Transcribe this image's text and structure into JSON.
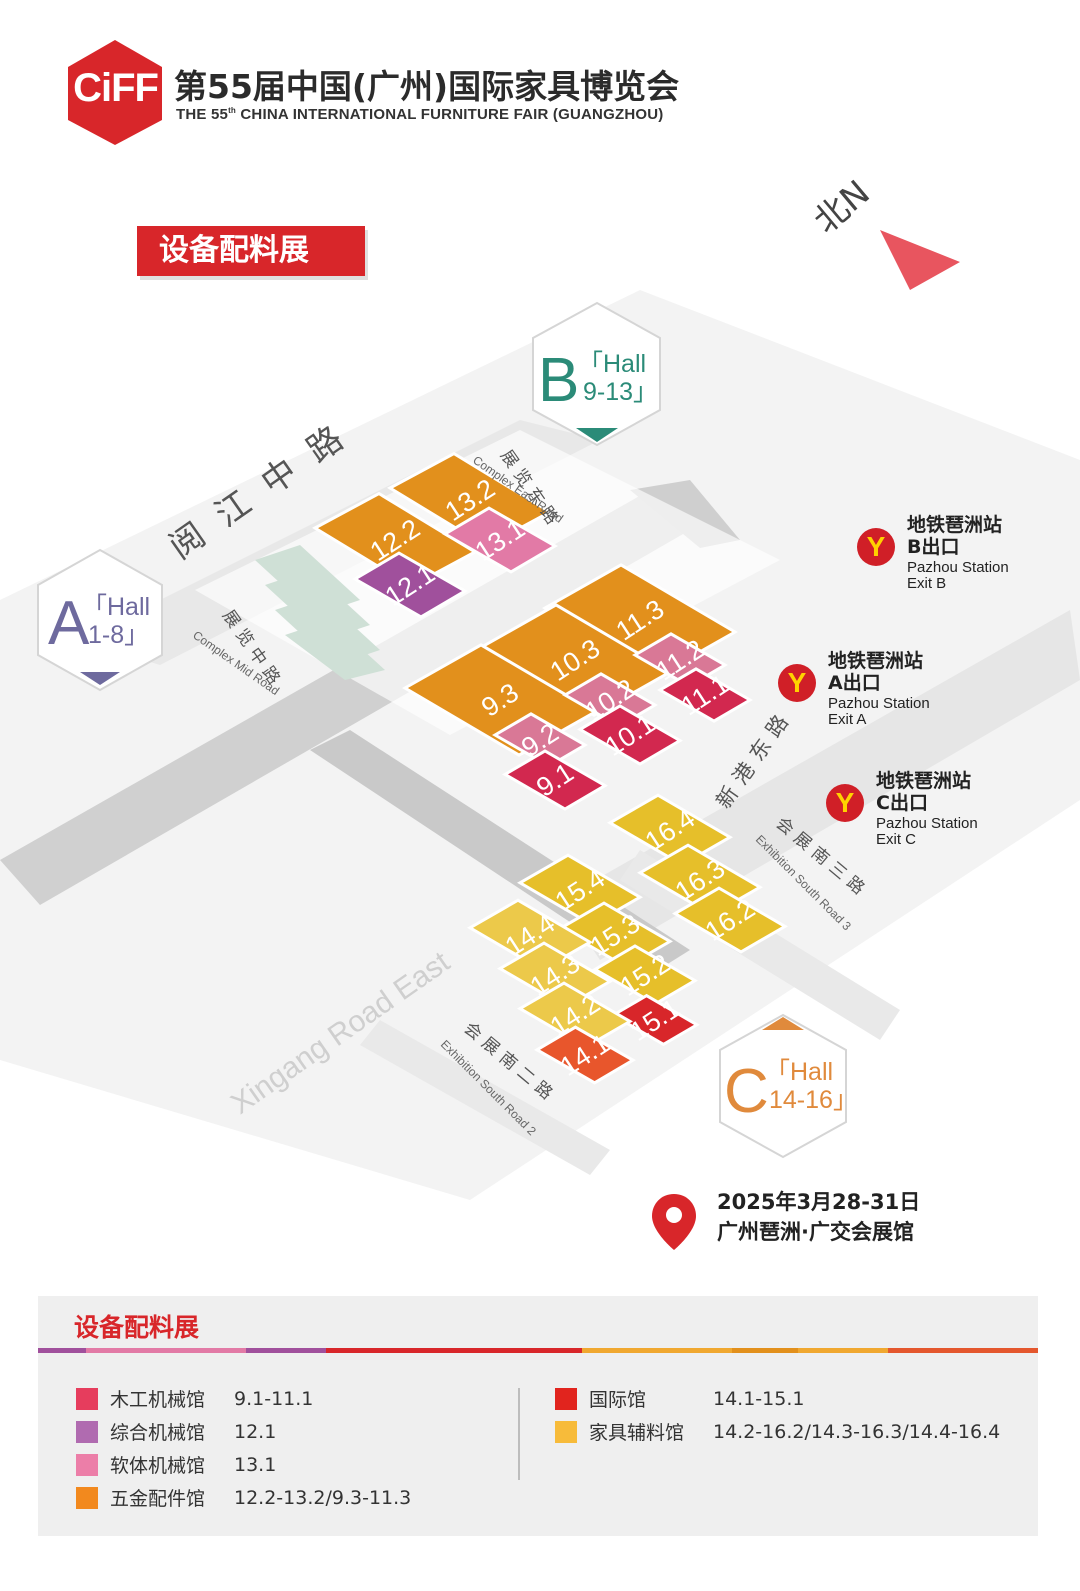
{
  "header": {
    "logo_text": "CiFF",
    "title_cn": "第55届中国(广州)国际家具博览会",
    "title_en_prefix": "THE 55",
    "title_en_sup": "th",
    "title_en_suffix": " CHINA INTERNATIONAL FURNITURE FAIR (GUANGZHOU)"
  },
  "banner": {
    "label": "设备配料展"
  },
  "compass": {
    "label": "北N"
  },
  "entrances": {
    "a": {
      "letter": "A",
      "hall": "「Hall",
      "range": "1-8」"
    },
    "b": {
      "letter": "B",
      "hall": "「Hall",
      "range": "9-13」"
    },
    "c": {
      "letter": "C",
      "hall": "「Hall",
      "range": "14-16」"
    }
  },
  "roads": {
    "yuejiang_cn": "阅江中路",
    "complex_east_cn": "展览东路",
    "complex_east_en": "Complex East Road",
    "complex_mid_cn": "展览中路",
    "complex_mid_en": "Complex Mid Road",
    "xingang_cn": "新港东路",
    "xingang_en": "Xingang Road East",
    "south3_cn": "会展南三路",
    "south3_en": "Exhibition South Road 3",
    "south2_cn": "会展南二路",
    "south2_en": "Exhibition South Road 2"
  },
  "halls": [
    {
      "label": "12.2",
      "color": "#e2901c"
    },
    {
      "label": "13.2",
      "color": "#e2901c"
    },
    {
      "label": "12.1",
      "color": "#a0509c"
    },
    {
      "label": "13.1",
      "color": "#e27aa6"
    },
    {
      "label": "11.3",
      "color": "#e2901c"
    },
    {
      "label": "10.3",
      "color": "#e2901c"
    },
    {
      "label": "9.3",
      "color": "#e2901c"
    },
    {
      "label": "11.2",
      "color": "#d97896"
    },
    {
      "label": "10.2",
      "color": "#d97896"
    },
    {
      "label": "9.2",
      "color": "#d97896"
    },
    {
      "label": "11.1",
      "color": "#d2284f"
    },
    {
      "label": "10.1",
      "color": "#d2284f"
    },
    {
      "label": "9.1",
      "color": "#d2284f"
    },
    {
      "label": "16.4",
      "color": "#e6bf2a"
    },
    {
      "label": "16.3",
      "color": "#e6bf2a"
    },
    {
      "label": "16.2",
      "color": "#e6bf2a"
    },
    {
      "label": "15.4",
      "color": "#e6bf2a"
    },
    {
      "label": "15.3",
      "color": "#e6bf2a"
    },
    {
      "label": "15.2",
      "color": "#e6bf2a"
    },
    {
      "label": "15.1",
      "color": "#d8262a"
    },
    {
      "label": "14.4",
      "color": "#ecc94a"
    },
    {
      "label": "14.3",
      "color": "#ecc94a"
    },
    {
      "label": "14.2",
      "color": "#ecc94a"
    },
    {
      "label": "14.1",
      "color": "#e8562c"
    }
  ],
  "stations": {
    "b": {
      "cn1": "地铁琶洲站",
      "cn2": "B出口",
      "en1": "Pazhou Station",
      "en2": "Exit B"
    },
    "a": {
      "cn1": "地铁琶洲站",
      "cn2": "A出口",
      "en1": "Pazhou Station",
      "en2": "Exit A"
    },
    "c": {
      "cn1": "地铁琶洲站",
      "cn2": "C出口",
      "en1": "Pazhou Station",
      "en2": "Exit C"
    }
  },
  "event": {
    "date": "2025年3月28-31日",
    "venue": "广州琶洲·广交会展馆"
  },
  "legend": {
    "title": "设备配料展",
    "bar_colors": [
      "#a0509c",
      "#e27aa6",
      "#a0509c",
      "#d8262a",
      "#f0a830",
      "#e2901c",
      "#f0a830",
      "#e4572e"
    ],
    "left": [
      {
        "name": "木工机械馆",
        "range": "9.1-11.1",
        "color": "#e63d5d"
      },
      {
        "name": "综合机械馆",
        "range": "12.1",
        "color": "#b06bb0"
      },
      {
        "name": "软体机械馆",
        "range": "13.1",
        "color": "#ec7ea8"
      },
      {
        "name": "五金配件馆",
        "range": "12.2-13.2/9.3-11.3",
        "color": "#f2891e"
      }
    ],
    "right": [
      {
        "name": "国际馆",
        "range": "14.1-15.1",
        "color": "#e1241e"
      },
      {
        "name": "家具辅料馆",
        "range": "14.2-16.2/14.3-16.3/14.4-16.4",
        "color": "#f7bb3a"
      }
    ]
  }
}
